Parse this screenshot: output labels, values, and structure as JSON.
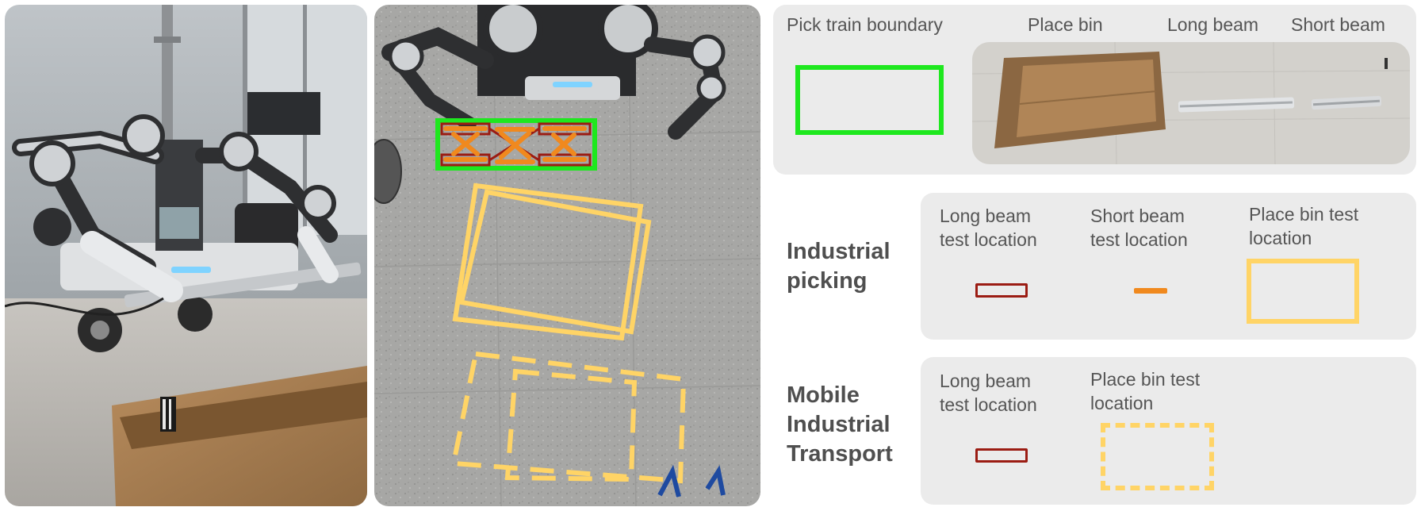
{
  "colors": {
    "pick_train_boundary": "#1ee81e",
    "long_beam_marker": "#9b1c13",
    "short_beam_marker": "#f0891e",
    "place_bin_marker": "#ffd466",
    "floor_tape_blue": "#1e4aa0",
    "panel_background": "#ebebeb"
  },
  "legend_top": {
    "pick_train_boundary": "Pick train boundary",
    "place_bin": "Place bin",
    "long_beam": "Long beam",
    "short_beam": "Short beam"
  },
  "industrial_picking": {
    "title_line1": "Industrial",
    "title_line2": "picking",
    "long_beam_line1": "Long beam",
    "long_beam_line2": "test location",
    "short_beam_line1": "Short beam",
    "short_beam_line2": "test location",
    "place_bin_line1": "Place bin test",
    "place_bin_line2": "location"
  },
  "mobile_transport": {
    "title_line1": "Mobile",
    "title_line2": "Industrial",
    "title_line3": "Transport",
    "long_beam_line1": "Long beam",
    "long_beam_line2": "test location",
    "place_bin_line1": "Place bin test",
    "place_bin_line2": "location"
  }
}
